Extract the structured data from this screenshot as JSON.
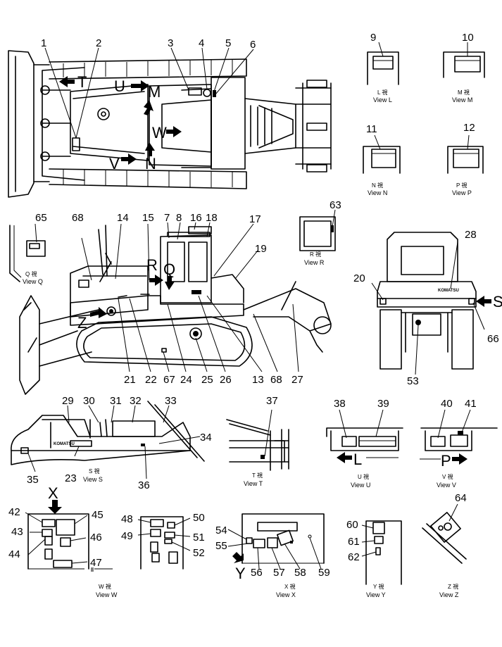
{
  "callouts": {
    "n1": "1",
    "n2": "2",
    "n3": "3",
    "n4": "4",
    "n5": "5",
    "n6": "6",
    "n7": "7",
    "n8": "8",
    "n9": "9",
    "n10": "10",
    "n11": "11",
    "n12": "12",
    "n13": "13",
    "n14": "14",
    "n15": "15",
    "n16": "16",
    "n17": "17",
    "n18": "18",
    "n19": "19",
    "n20": "20",
    "n21": "21",
    "n22": "22",
    "n23": "23",
    "n24": "24",
    "n25": "25",
    "n26": "26",
    "n27": "27",
    "n28": "28",
    "n29": "29",
    "n30": "30",
    "n31": "31",
    "n32": "32",
    "n33": "33",
    "n34": "34",
    "n35": "35",
    "n36": "36",
    "n37": "37",
    "n38": "38",
    "n39": "39",
    "n40": "40",
    "n41": "41",
    "n42": "42",
    "n43": "43",
    "n44": "44",
    "n45": "45",
    "n46": "46",
    "n47": "47",
    "n48": "48",
    "n49": "49",
    "n50": "50",
    "n51": "51",
    "n52": "52",
    "n53": "53",
    "n54": "54",
    "n55": "55",
    "n56": "56",
    "n57": "57",
    "n58": "58",
    "n59": "59",
    "n60": "60",
    "n61": "61",
    "n62": "62",
    "n63": "63",
    "n64": "64",
    "n65": "65",
    "n66": "66",
    "n67": "67",
    "n68a": "68",
    "n68b": "68"
  },
  "view_letters": {
    "T": "T",
    "U": "U",
    "M": "M",
    "W": "W",
    "V": "V",
    "N": "N",
    "R": "R",
    "Q": "Q",
    "Z": "Z",
    "S": "S",
    "X": "X",
    "Y": "Y",
    "L": "L",
    "P": "P"
  },
  "views": {
    "L": {
      "kanji": "L 視",
      "view": "View L"
    },
    "M": {
      "kanji": "M 視",
      "view": "View M"
    },
    "N": {
      "kanji": "N 視",
      "view": "View N"
    },
    "P": {
      "kanji": "P 視",
      "view": "View P"
    },
    "Q": {
      "kanji": "Q 視",
      "view": "View Q"
    },
    "R": {
      "kanji": "R 視",
      "view": "View R"
    },
    "S": {
      "kanji": "S 視",
      "view": "View S"
    },
    "T": {
      "kanji": "T 視",
      "view": "View T"
    },
    "U": {
      "kanji": "U 視",
      "view": "View U"
    },
    "V": {
      "kanji": "V 視",
      "view": "View V"
    },
    "W": {
      "kanji": "W 視",
      "view": "View W"
    },
    "X": {
      "kanji": "X 視",
      "view": "View X"
    },
    "Y": {
      "kanji": "Y 視",
      "view": "View Y"
    },
    "Z": {
      "kanji": "Z 視",
      "view": "View Z"
    }
  },
  "decals": {
    "brand": "KOMATSU"
  },
  "icons": [
    "arrow-icon"
  ]
}
